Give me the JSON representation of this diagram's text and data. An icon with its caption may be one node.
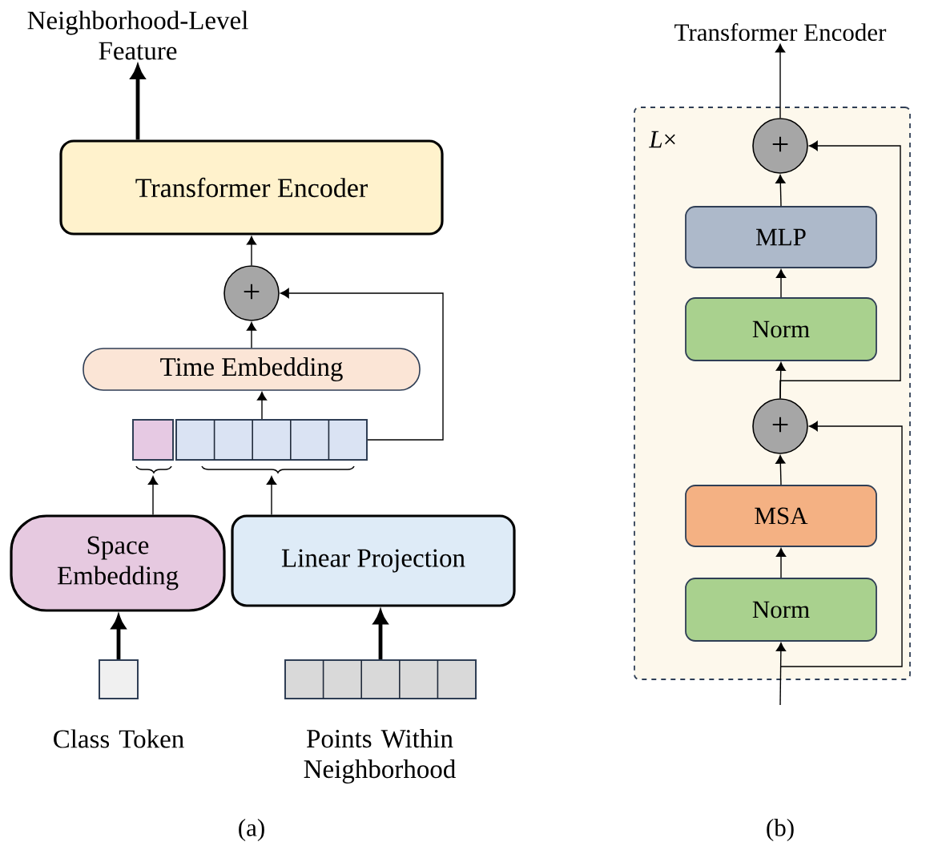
{
  "diagram": {
    "nodes": [
      {
        "text": [
          "Neighborhood-Level Feature"
        ]
      },
      {
        "text": [
          "Transformer Encoder"
        ]
      },
      {
        "text": [
          "+"
        ]
      },
      {
        "text": [
          "Time Embedding"
        ]
      },
      {
        "text": [],
        "shape": "box"
      },
      {
        "text": [],
        "shape": "box"
      },
      {
        "text": [
          "Space Embedding"
        ]
      },
      {
        "text": [
          "Linear Projection"
        ]
      },
      {
        "text": [],
        "shape": "box",
        "beside": [
          "Class Token"
        ]
      },
      {
        "text": [],
        "shape": "box",
        "beside": [
          "Points Within Neighborhood"
        ]
      },
      {
        "text": [
          "*L*×"
        ]
      },
      {
        "text": [
          "Transformer Encoder"
        ]
      },
      {
        "text": [
          "+"
        ],
        "in": 10
      },
      {
        "text": [
          "MLP"
        ],
        "in": 10
      },
      {
        "text": [
          "Norm"
        ],
        "in": 10
      },
      {
        "text": [
          "+"
        ],
        "in": 10
      },
      {
        "text": [
          "MSA"
        ],
        "in": 10
      },
      {
        "text": [
          "Norm"
        ],
        "in": 10
      }
    ],
    "edges": [
      {
        "from": 1,
        "to": 0,
        "arrow": "to",
        "style": "thick"
      },
      {
        "from": 2,
        "to": 1,
        "arrow": "to"
      },
      {
        "from": 3,
        "to": 2,
        "arrow": "to"
      },
      {
        "from": 5,
        "to": 3,
        "arrow": "to"
      },
      {
        "from": 5,
        "to": 2,
        "arrow": "to"
      },
      {
        "from": 6,
        "to": 4,
        "arrow": "to"
      },
      {
        "from": 7,
        "to": 5,
        "arrow": "to"
      },
      {
        "from": 8,
        "to": 6,
        "arrow": "to",
        "style": "thick"
      },
      {
        "from": 9,
        "to": 7,
        "arrow": "to",
        "style": "thick"
      },
      {
        "from": 12,
        "to": 11,
        "arrow": "to"
      },
      {
        "from": 13,
        "to": 12,
        "arrow": "to"
      },
      {
        "from": 14,
        "to": 13,
        "arrow": "to"
      },
      {
        "from": 15,
        "to": 14,
        "arrow": "to"
      },
      {
        "from": 16,
        "to": 15,
        "arrow": "to"
      },
      {
        "from": 17,
        "to": 16,
        "arrow": "to"
      },
      {
        "from": null,
        "to": 17,
        "arrow": "to"
      },
      {
        "from": null,
        "to": 15,
        "arrow": "to"
      },
      {
        "from": 15,
        "to": 12,
        "arrow": "to"
      }
    ],
    "labels": [
      "(a)",
      "(b)"
    ]
  }
}
